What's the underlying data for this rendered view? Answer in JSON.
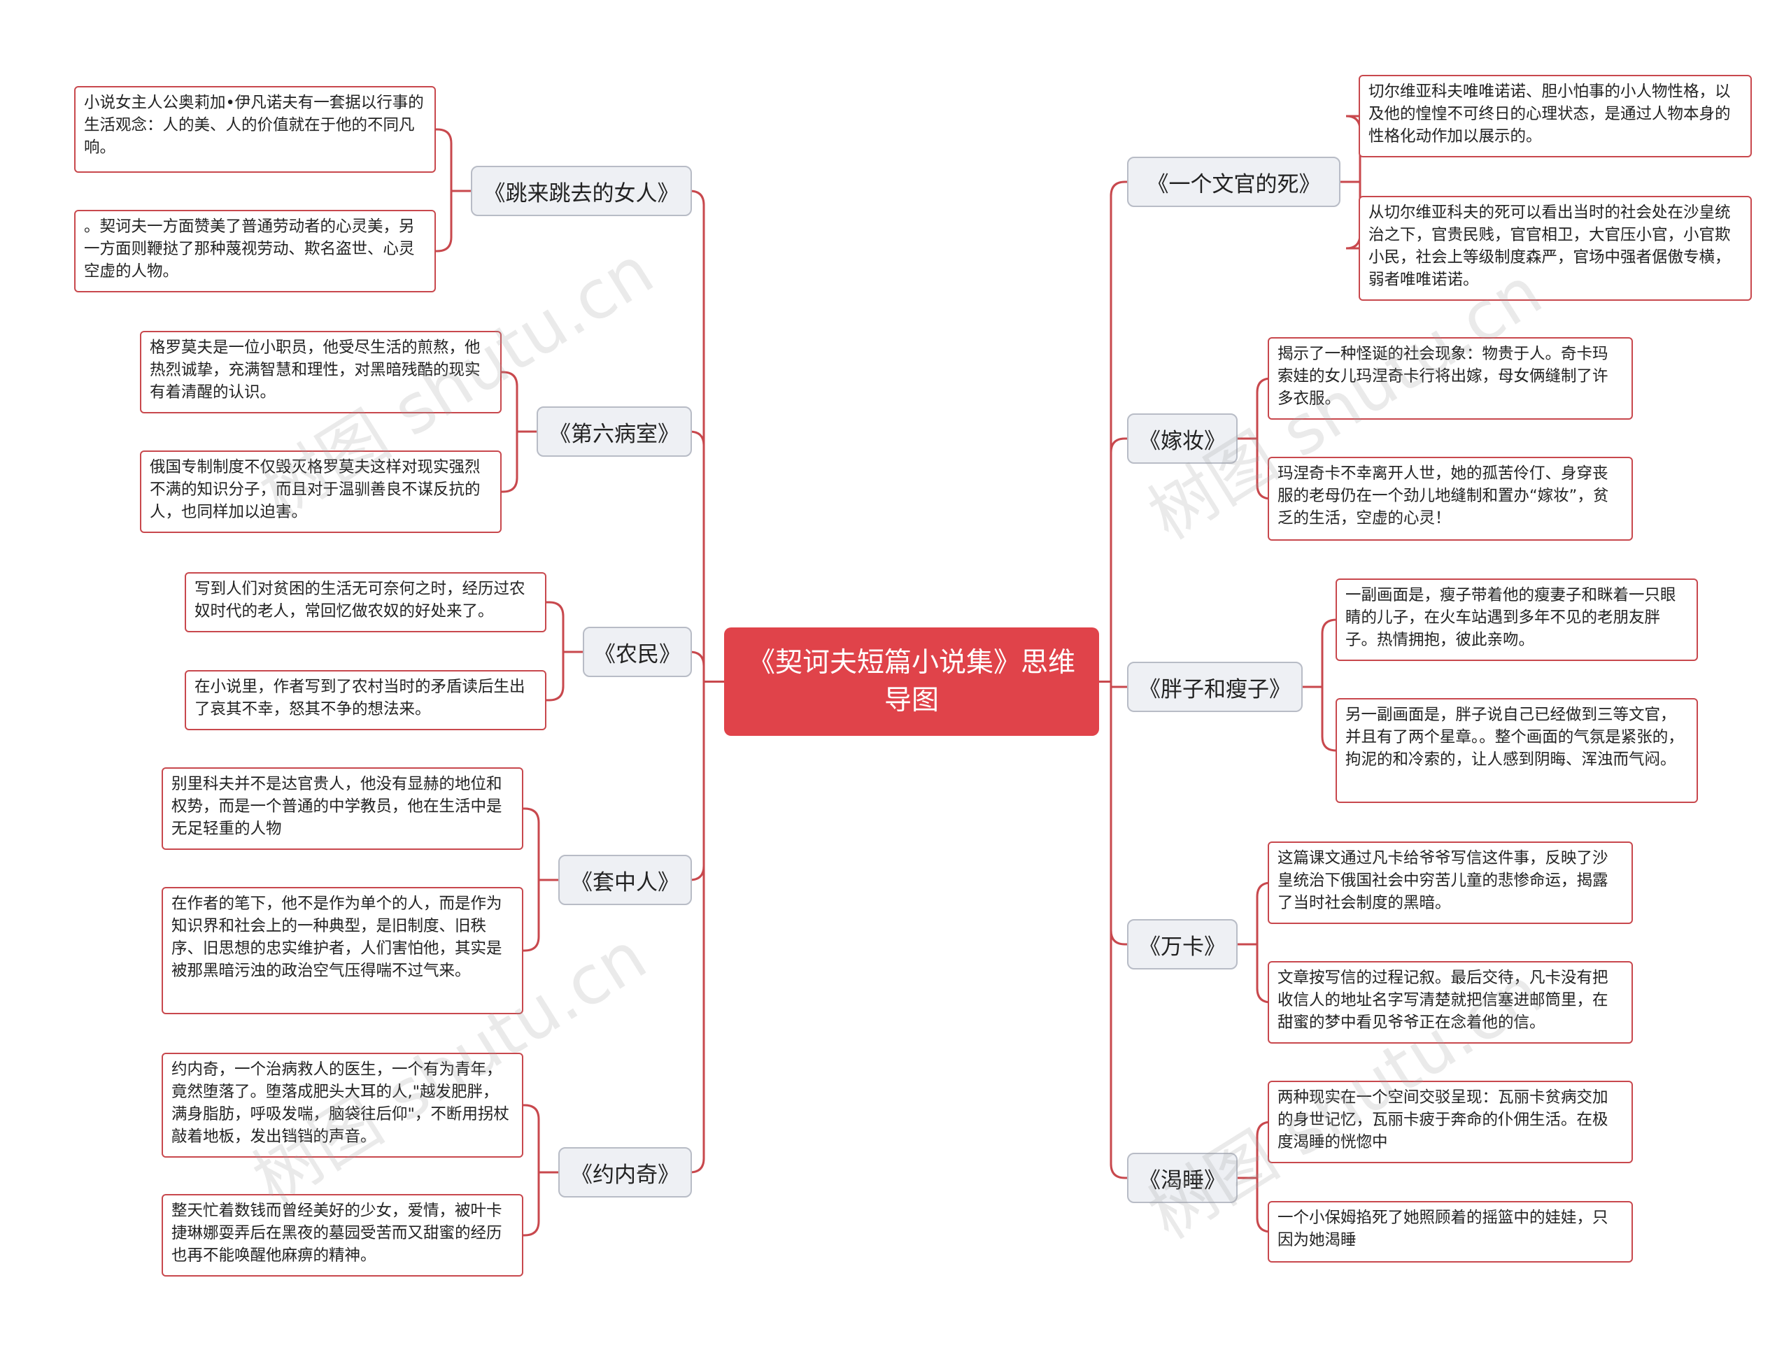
{
  "center": {
    "title": "《契诃夫短篇小说集》思维导图"
  },
  "colors": {
    "accent": "#e0434a",
    "line": "#c8484d",
    "branch_bg": "#eef0f4"
  },
  "left_branches": [
    {
      "label": "《跳来跳去的女人》",
      "leaves": [
        "小说女主人公奥莉加•伊凡诺夫有一套据以行事的生活观念：人的美、人的价值就在于他的不同凡响。",
        "。契诃夫一方面赞美了普通劳动者的心灵美，另一方面则鞭挞了那种蔑视劳动、欺名盗世、心灵空虚的人物。"
      ]
    },
    {
      "label": "《第六病室》",
      "leaves": [
        "格罗莫夫是一位小职员，他受尽生活的煎熬，他热烈诚挚，充满智慧和理性，对黑暗残酷的现实有着清醒的认识。",
        "俄国专制制度不仅毁灭格罗莫夫这样对现实强烈不满的知识分子，而且对于温驯善良不谋反抗的人，也同样加以迫害。"
      ]
    },
    {
      "label": "《农民》",
      "leaves": [
        "写到人们对贫困的生活无可奈何之时，经历过农奴时代的老人，常回忆做农奴的好处来了。",
        "在小说里，作者写到了农村当时的矛盾读后生出了哀其不幸，怒其不争的想法来。"
      ]
    },
    {
      "label": "《套中人》",
      "leaves": [
        "别里科夫并不是达官贵人，他没有显赫的地位和权势，而是一个普通的中学教员，他在生活中是无足轻重的人物",
        "在作者的笔下，他不是作为单个的人，而是作为知识界和社会上的一种典型，是旧制度、旧秩序、旧思想的忠实维护者，人们害怕他，其实是被那黑暗污浊的政治空气压得喘不过气来。"
      ]
    },
    {
      "label": "《约内奇》",
      "leaves": [
        "约内奇，一个治病救人的医生，一个有为青年，竟然堕落了。堕落成肥头大耳的人,\"越发肥胖，满身脂肪，呼吸发喘，脑袋往后仰\"，不断用拐杖敲着地板，发出铛铛的声音。",
        "整天忙着数钱而曾经美好的少女，爱情，被叶卡捷琳娜耍弄后在黑夜的墓园受苦而又甜蜜的经历也再不能唤醒他麻痹的精神。"
      ]
    }
  ],
  "right_branches": [
    {
      "label": "《一个文官的死》",
      "leaves": [
        "切尔维亚科夫唯唯诺诺、胆小怕事的小人物性格，以及他的惶惶不可终日的心理状态，是通过人物本身的性格化动作加以展示的。",
        "从切尔维亚科夫的死可以看出当时的社会处在沙皇统治之下，官贵民贱，官官相卫，大官压小官，小官欺小民，社会上等级制度森严，官场中强者倨傲专横，弱者唯唯诺诺。"
      ]
    },
    {
      "label": "《嫁妆》",
      "leaves": [
        "揭示了一种怪诞的社会现象：物贵于人。奇卡玛索娃的女儿玛涅奇卡行将出嫁，母女俩缝制了许多衣服。",
        "玛涅奇卡不幸离开人世，她的孤苦伶仃、身穿丧服的老母仍在一个劲儿地缝制和置办“嫁妆”，贫乏的生活，空虚的心灵！"
      ]
    },
    {
      "label": "《胖子和瘦子》",
      "leaves": [
        "一副画面是，瘦子带着他的瘦妻子和眯着一只眼睛的儿子，在火车站遇到多年不见的老朋友胖子。热情拥抱，彼此亲吻。",
        "另一副画面是，胖子说自己已经做到三等文官，并且有了两个星章。。整个画面的气氛是紧张的，拘泥的和冷索的，让人感到阴晦、浑浊而气闷。"
      ]
    },
    {
      "label": "《万卡》",
      "leaves": [
        "这篇课文通过凡卡给爷爷写信这件事，反映了沙皇统治下俄国社会中穷苦儿童的悲惨命运，揭露了当时社会制度的黑暗。",
        "文章按写信的过程记叙。最后交待，凡卡没有把收信人的地址名字写清楚就把信塞进邮筒里，在甜蜜的梦中看见爷爷正在念着他的信。"
      ]
    },
    {
      "label": "《渴睡》",
      "leaves": [
        "两种现实在一个空间交驳呈现：瓦丽卡贫病交加的身世记忆，瓦丽卡疲于奔命的仆佣生活。在极度渴睡的恍惚中",
        "一个小保姆掐死了她照顾着的摇篮中的娃娃，只因为她渴睡"
      ]
    }
  ],
  "watermarks": [
    "树图 shutu.cn",
    "树图 shutu.cn",
    "树图 shutu.cn",
    "树图 shutu.cn"
  ]
}
